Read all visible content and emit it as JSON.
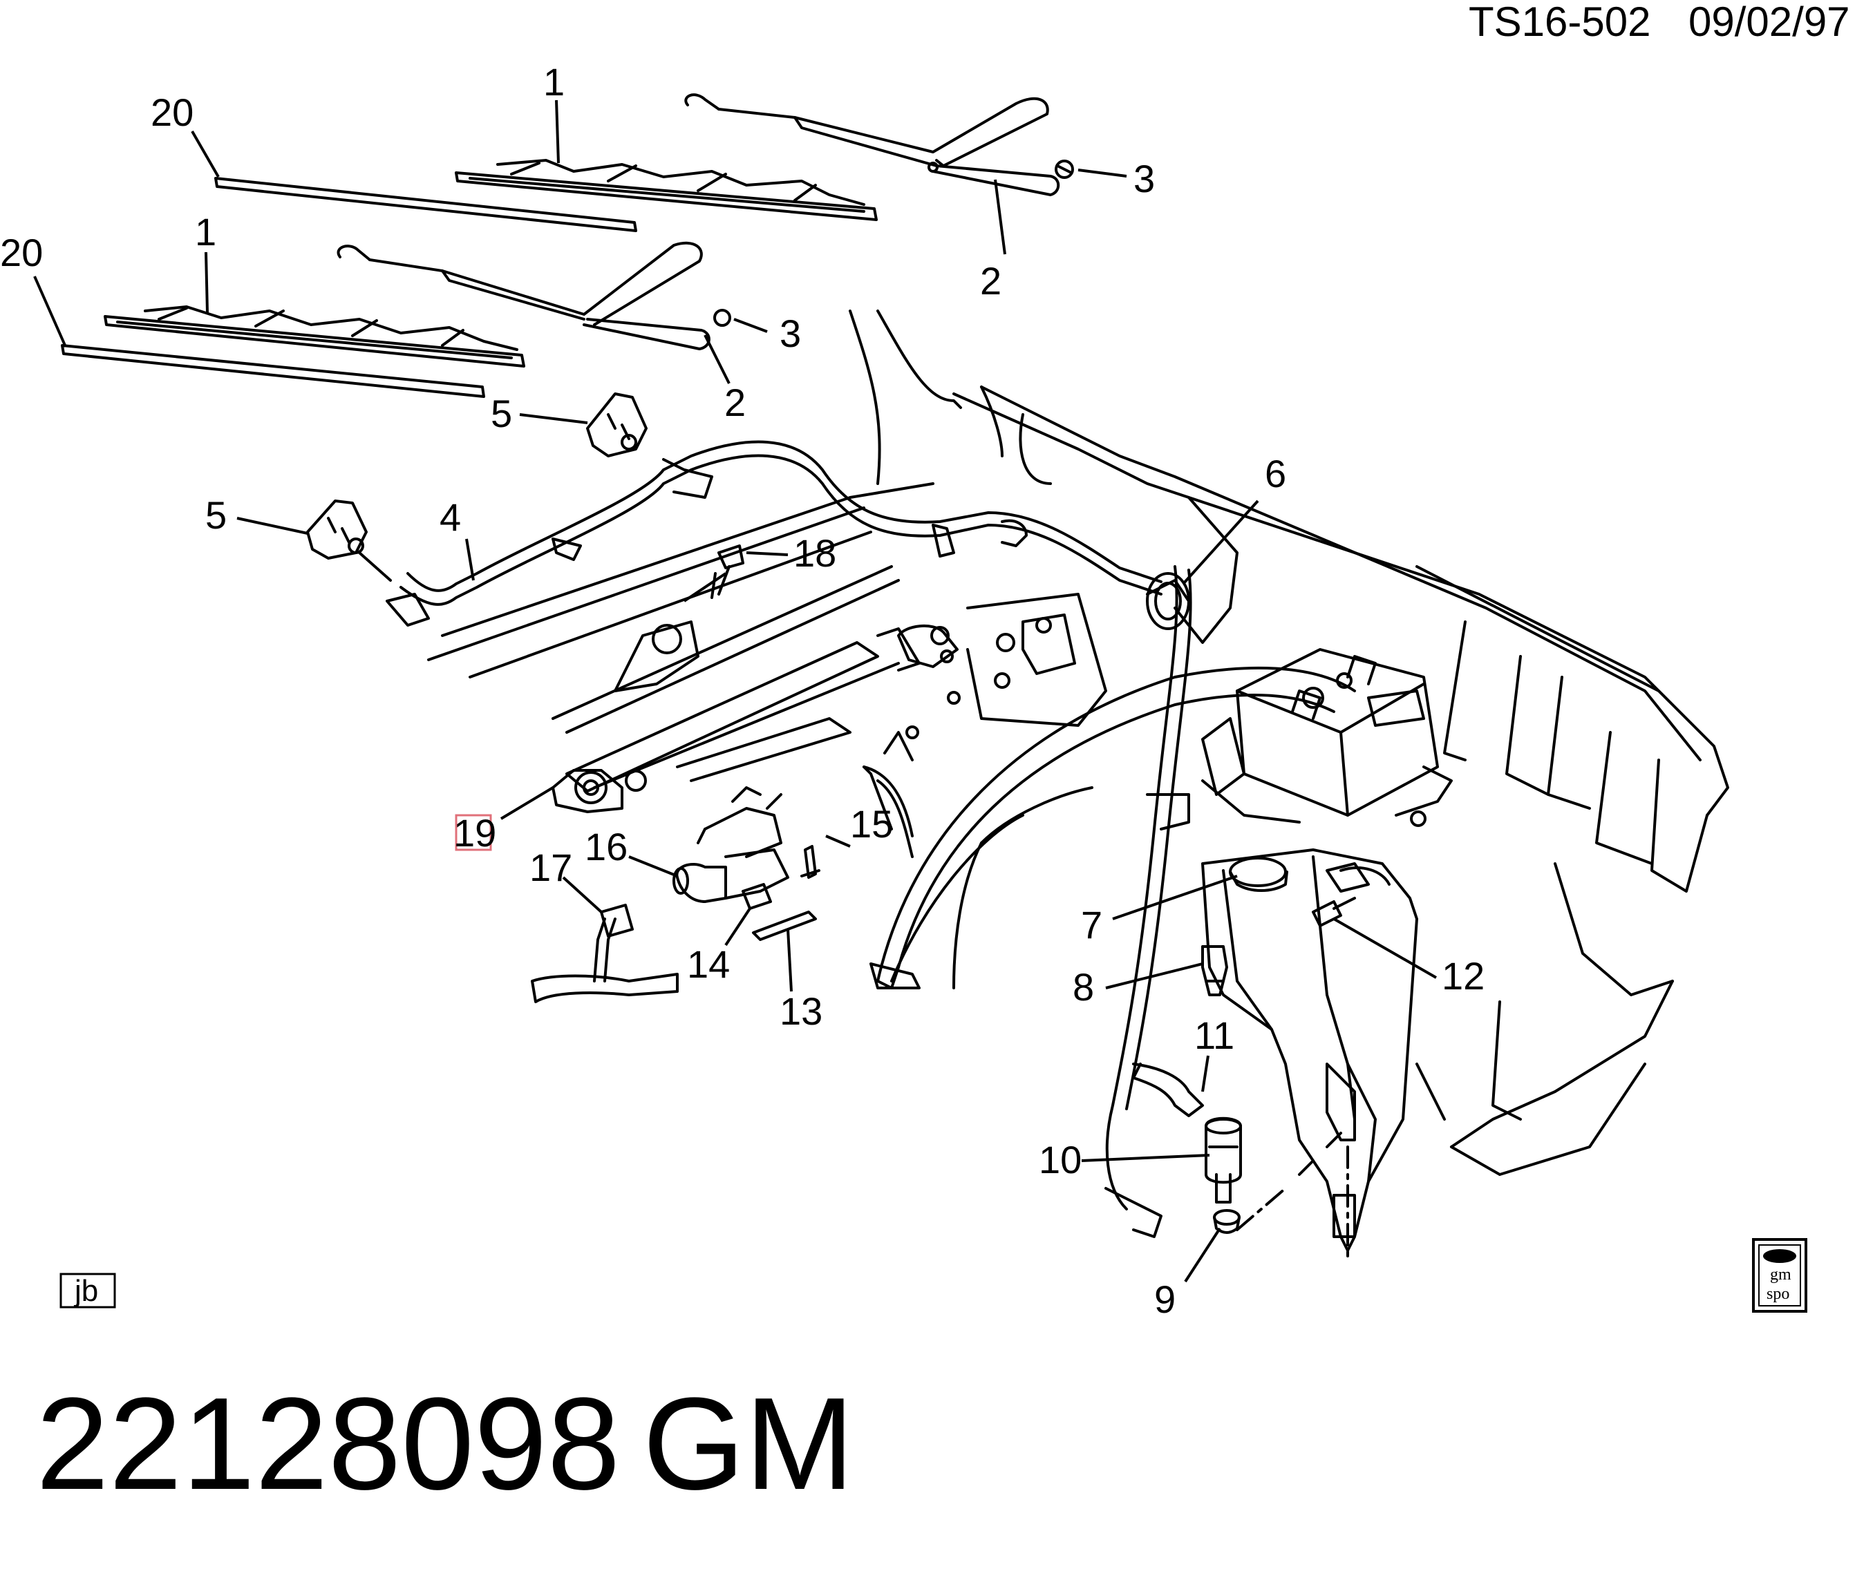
{
  "header": {
    "drawing_id": "TS16-502",
    "date": "09/02/97"
  },
  "footer": {
    "part_number": "22128098",
    "brand": "GM"
  },
  "artist_initials": "jb",
  "logo": {
    "line1": "gm",
    "line2": "spo"
  },
  "highlight_color": "#e0707a",
  "callouts": {
    "c1a": "1",
    "c1b": "1",
    "c2a": "2",
    "c2b": "2",
    "c3a": "3",
    "c3b": "3",
    "c4": "4",
    "c5a": "5",
    "c5b": "5",
    "c6": "6",
    "c7": "7",
    "c8": "8",
    "c9": "9",
    "c10": "10",
    "c11": "11",
    "c12": "12",
    "c13": "13",
    "c14": "14",
    "c15": "15",
    "c16": "16",
    "c17": "17",
    "c18": "18",
    "c19": "19",
    "c20a": "20",
    "c20b": "20"
  }
}
